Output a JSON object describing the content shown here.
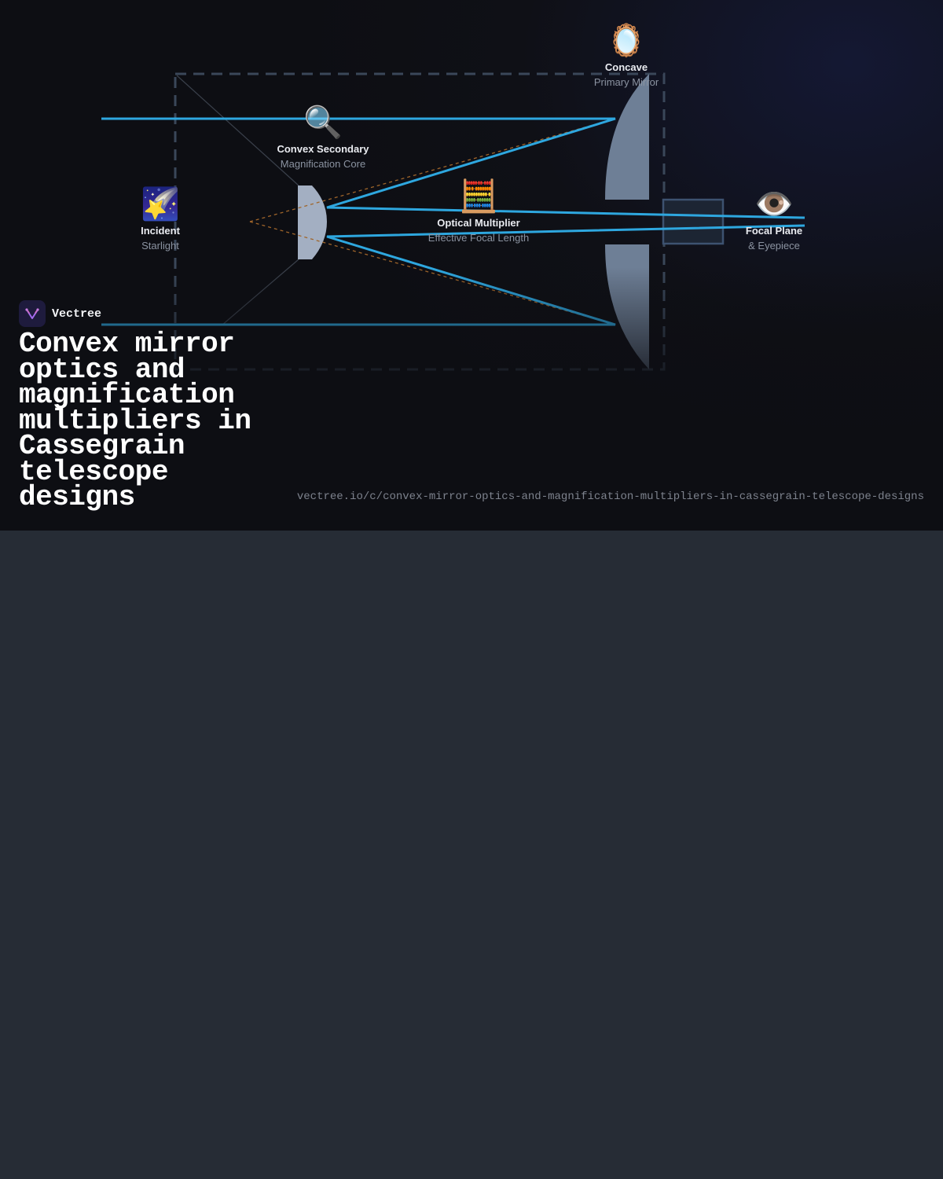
{
  "brand": {
    "name": "Vectree"
  },
  "headline": "Convex mirror optics and magnification multipliers in Cassegrain telescope designs",
  "url": "vectree.io/c/convex-mirror-optics-and-magnification-multipliers-in-cassegrain-telescope-designs",
  "nodes": {
    "starlight": {
      "emoji": "🌠",
      "title": "Incident",
      "subtitle": "Starlight"
    },
    "secondary": {
      "emoji": "🔍",
      "title": "Convex Secondary",
      "subtitle": "Magnification Core"
    },
    "multiplier": {
      "emoji": "🧮",
      "title": "Optical Multiplier",
      "subtitle": "Effective Focal Length"
    },
    "primary": {
      "emoji": "🪞",
      "title": "Concave",
      "subtitle": "Primary Mirror"
    },
    "focal": {
      "emoji": "👁️",
      "title": "Focal Plane",
      "subtitle": "& Eyepiece"
    }
  },
  "colors": {
    "ray": "#2ea7df",
    "mirror": "#6e7f96",
    "secondary_mirror": "#a3afc2",
    "frame": "#3a4759",
    "virtual_ray": "#a0652a"
  }
}
